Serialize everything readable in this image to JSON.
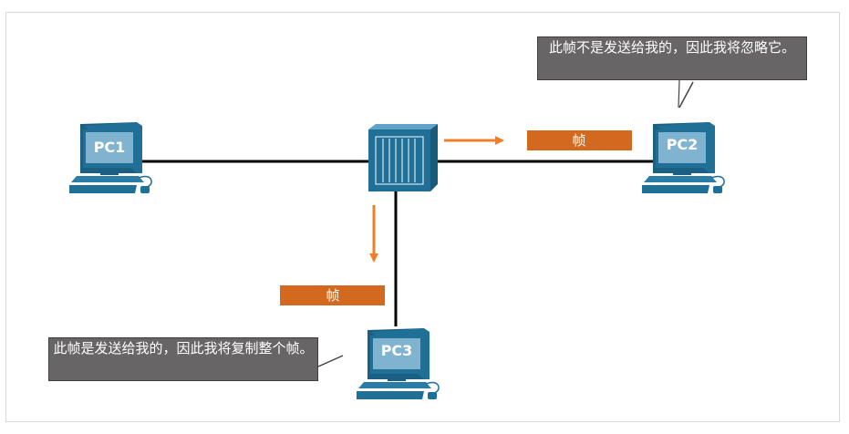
{
  "devices": {
    "pc1": {
      "label": "PC1"
    },
    "pc2": {
      "label": "PC2"
    },
    "pc3": {
      "label": "PC3"
    }
  },
  "frames": {
    "right": {
      "label": "帧"
    },
    "down": {
      "label": "帧"
    }
  },
  "callouts": {
    "pc2": "此帧不是发送给我的，因此我将忽略它。",
    "pc3": "此帧是发送给我的，因此我将复制整个帧。"
  },
  "colors": {
    "computer": "#1f6f96",
    "screen": "#7fb3cf",
    "switch": "#1f6f96",
    "frame": "#d2691e",
    "arrow": "#f07f2a",
    "callout": "#686566",
    "link": "#000000"
  }
}
